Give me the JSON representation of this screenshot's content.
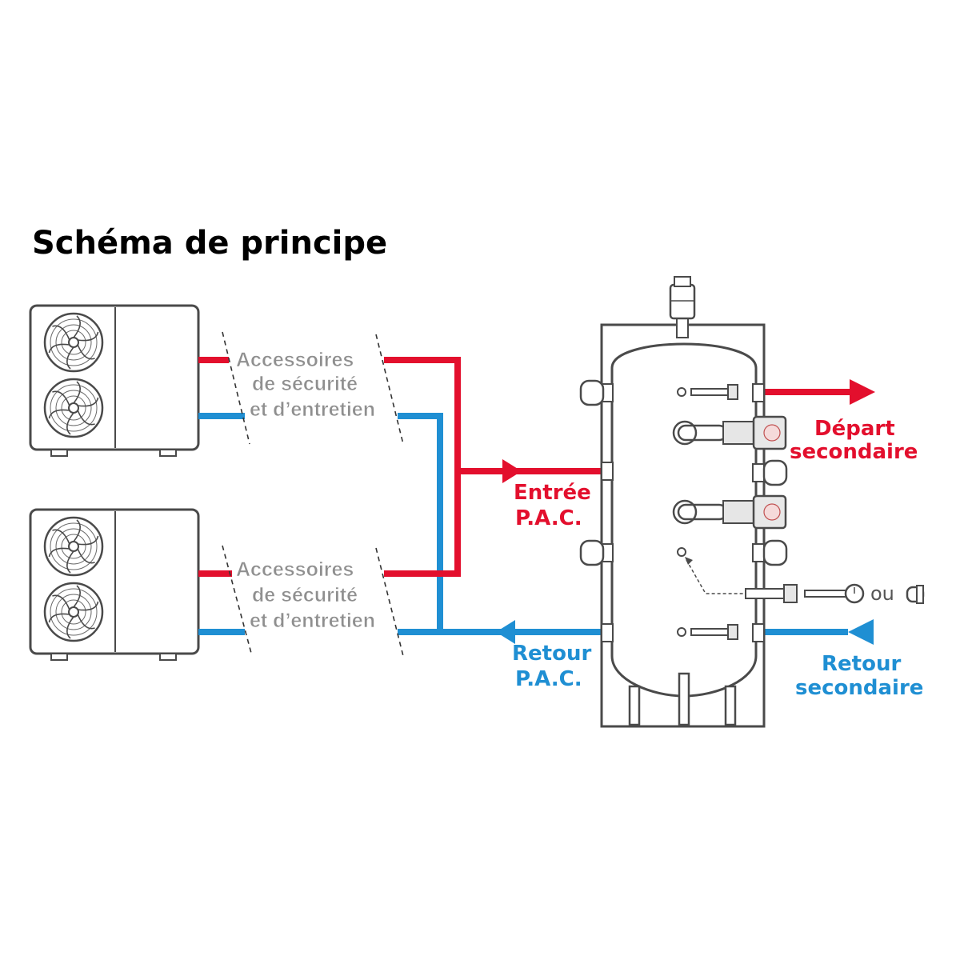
{
  "title": "Schéma de principe",
  "accessories_top": [
    "Accessoires",
    "de sécurité",
    "et d’entretien"
  ],
  "accessories_bottom": [
    "Accessoires",
    "de sécurité",
    "et d’entretien"
  ],
  "entree_pac": [
    "Entrée",
    "P.A.C."
  ],
  "retour_pac": [
    "Retour",
    "P.A.C."
  ],
  "depart_secondaire": [
    "Départ",
    "secondaire"
  ],
  "retour_secondaire": [
    "Retour",
    "secondaire"
  ],
  "alternative_label": "ou",
  "colors": {
    "hot": "#e30f2d",
    "cold": "#1f8fd3",
    "outline": "#4a4a4a",
    "accessories_text": "#8f8f8f"
  },
  "icons": {
    "heat_pump": "heat-pump-unit-icon",
    "fan": "fan-icon",
    "tank": "buffer-tank-icon",
    "air_vent": "air-vent-icon",
    "heater": "immersion-heater-icon",
    "thermometer": "thermometer-icon",
    "sensor": "sensor-pocket-icon"
  }
}
